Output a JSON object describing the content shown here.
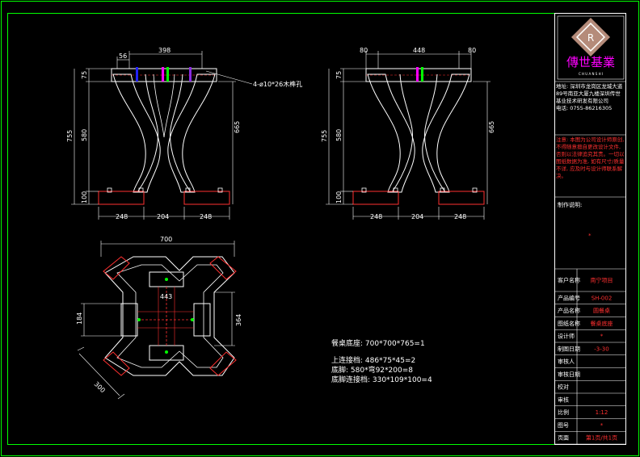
{
  "frame": {
    "border_color": "#00ff00",
    "line_color": "#ffffff"
  },
  "logo": {
    "text": "傳世基業",
    "subtitle": "C H U A N S H I"
  },
  "front_view": {
    "dims_top": [
      "56",
      "398"
    ],
    "dims_bottom": [
      "248",
      "204",
      "248"
    ],
    "dims_left": [
      "75",
      "580",
      "100"
    ],
    "dim_overall_left": "755",
    "dim_right": "665",
    "hole_note": "4-ø10*26木榫孔"
  },
  "side_view": {
    "dims_top": [
      "80",
      "448",
      "80"
    ],
    "dims_bottom": [
      "248",
      "204",
      "248"
    ],
    "dims_left": [
      "75",
      "580",
      "100"
    ],
    "dim_overall_left": "755",
    "dim_right": "665"
  },
  "plan_view": {
    "dim_top": "700",
    "dim_center": "443",
    "dim_left": "184",
    "dim_right": "364",
    "dim_diag": "300"
  },
  "notes": {
    "overall": "餐桌底座: 700*700*765=1",
    "line1": "上连接档: 486*75*45=2",
    "line2": "底脚: 580*弯92*200=8",
    "line3": "底脚连接档: 330*109*100=4"
  },
  "title_block": {
    "address_label": "地址:",
    "address": "深圳市龙岗区龙城大道89号南亚大厦九楼深圳传世基业技术研发有限公司",
    "phone": "电话: 0755-86216305",
    "note_label": "注意:",
    "note": "本图为公司设计师原创, 不得随意擅自更改设计文件, 否则以法律追究其责。一切以图纸数据为准, 如有尺寸/质量不详, 应及时与设计师联系解决。",
    "desc_label": "制作说明:",
    "desc_value": "*",
    "rows": [
      {
        "label": "客户名称",
        "value": "南宁项目"
      },
      {
        "label": "产品编号",
        "value": "SH-002"
      },
      {
        "label": "产品名称",
        "value": "圆餐桌"
      },
      {
        "label": "图纸名称",
        "value": "餐桌底座"
      },
      {
        "label": "设计师",
        "value": "*"
      },
      {
        "label": "制图日期",
        "value": "-3-30"
      },
      {
        "label": "审核人",
        "value": ""
      },
      {
        "label": "审核日期",
        "value": ""
      },
      {
        "label": "校对",
        "value": ""
      },
      {
        "label": "审核",
        "value": ""
      },
      {
        "label": "比例",
        "value": "1:12"
      },
      {
        "label": "图号",
        "value": "*"
      },
      {
        "label": "页面",
        "value": "第1页/共1页"
      }
    ]
  }
}
